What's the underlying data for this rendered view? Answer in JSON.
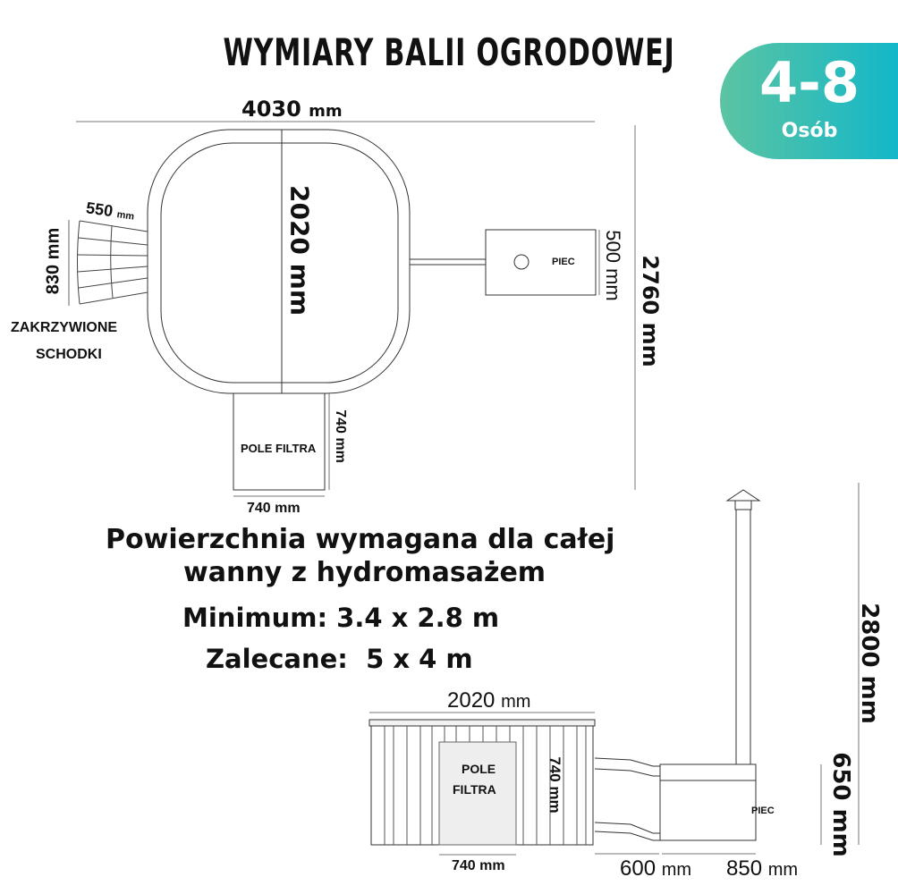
{
  "title": "WYMIARY BALII OGRODOWEJ",
  "badge": {
    "count": "4-8",
    "label": "Osób",
    "gradient_start": "#5cc4a2",
    "gradient_end": "#12b7c9"
  },
  "top_view": {
    "width_dim": "4030",
    "width_unit": "mm",
    "tub_dim": "2020 mm",
    "steps_width": "550",
    "steps_width_unit": "mm",
    "steps_height": "830 mm",
    "steps_label_1": "ZAKRZYWIONE",
    "steps_label_2": "SCHODKI",
    "stove_label": "PIEC",
    "stove_dim": "500 mm",
    "total_depth": "2760 mm",
    "filter_label": "POLE FILTRA",
    "filter_side": "740 mm",
    "filter_bottom": "740 mm"
  },
  "requirements": {
    "line1": "Powierzchnia wymagana dla całej",
    "line2": "wanny z hydromasażem",
    "minimum": "Minimum: 3.4 x 2.8 m",
    "recommended": "Zalecane:  5 x 4 m"
  },
  "side_view": {
    "width_dim": "2020",
    "width_unit": "mm",
    "filter_label_1": "POLE",
    "filter_label_2": "FILTRA",
    "filter_height": "740 mm",
    "filter_width": "740 mm",
    "stove_label": "PIEC",
    "total_height": "2800 mm",
    "stove_height": "650 mm",
    "gap_dim": "600",
    "stove_width": "850",
    "unit": "mm"
  }
}
